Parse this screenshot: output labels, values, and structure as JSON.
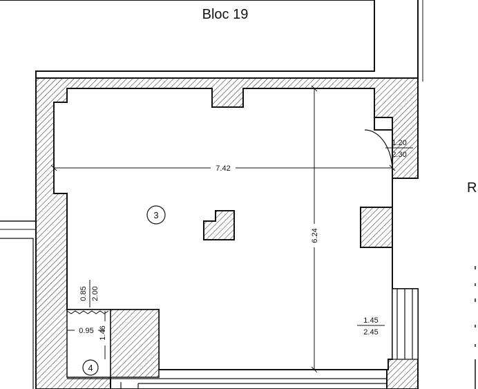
{
  "block_title": "Bloc 19",
  "side_letter": "R",
  "room_number": "3",
  "wc_number": "4",
  "dimensions": {
    "width": "7.42",
    "length": "6.24",
    "door_top_num": "1.20",
    "door_top_den": "2.30",
    "window_right_num": "1.45",
    "window_right_den": "2.45",
    "wc_door_num": "0.85",
    "wc_door_den": "2.00",
    "wc_width": "0.95",
    "wc_depth": "1.46"
  },
  "colors": {
    "line": "#111111",
    "hatch": "#333333",
    "paper": "#ffffff"
  }
}
